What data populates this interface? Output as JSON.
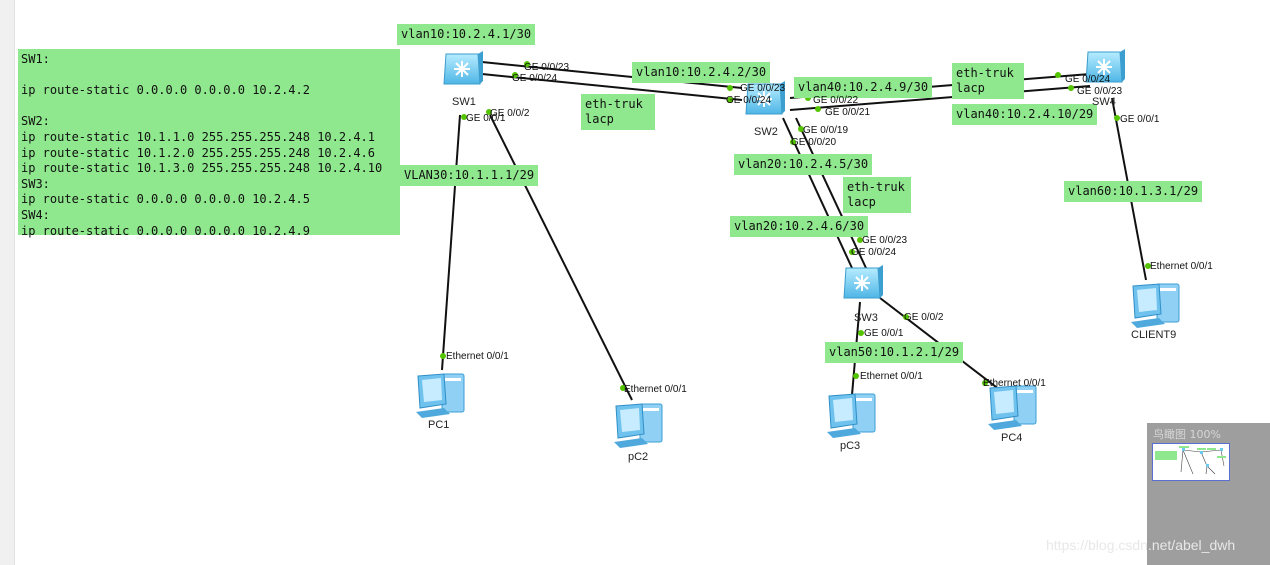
{
  "config_lines": [
    "SW1:",
    "",
    "ip route-static 0.0.0.0 0.0.0.0 10.2.4.2",
    "",
    "SW2:",
    "ip route-static 10.1.1.0 255.255.255.248 10.2.4.1",
    "ip route-static 10.1.2.0 255.255.255.248 10.2.4.6",
    "ip route-static 10.1.3.0 255.255.255.248 10.2.4.10",
    "SW3:",
    "ip route-static 0.0.0.0 0.0.0.0 10.2.4.5",
    "SW4:",
    "ip route-static 0.0.0.0 0.0.0.0 10.2.4.9"
  ],
  "labels": {
    "sw1_vlan10": "vlan10:10.2.4.1/30",
    "sw2_vlan10": "vlan10:10.2.4.2/30",
    "ethtrunk_sw1_sw2": "eth-truk\nlacp",
    "sw1_vlan30": "VLAN30:10.1.1.1/29",
    "sw2_vlan40": "vlan40:10.2.4.9/30",
    "ethtrunk_sw2_sw4": "eth-truk\nlacp",
    "sw4_vlan40": "vlan40:10.2.4.10/29",
    "sw2_vlan20": "vlan20:10.2.4.5/30",
    "ethtrunk_sw2_sw3": "eth-truk\nlacp",
    "sw3_vlan20": "vlan20:10.2.4.6/30",
    "sw4_vlan60": "vlan60:10.1.3.1/29",
    "sw3_vlan50": "vlan50:10.1.2.1/29"
  },
  "devices": {
    "sw1": "SW1",
    "sw2": "SW2",
    "sw3": "SW3",
    "sw4": "SW4",
    "pc1": "PC1",
    "pc2": "pC2",
    "pc3": "pC3",
    "pc4": "PC4",
    "client9": "CLIENT9"
  },
  "ports": {
    "sw1_g23": "GE 0/0/23",
    "sw1_g24": "GE 0/0/24",
    "sw1_g1": "GE 0/0/1",
    "sw1_g2": "GE 0/0/2",
    "sw2_g23": "GE 0/0/23",
    "sw2_g24": "GE 0/0/24",
    "sw2_g22": "GE 0/0/22",
    "sw2_g21": "GE 0/0/21",
    "sw2_g19": "GE 0/0/19",
    "sw2_g20": "GE 0/0/20",
    "sw4_g24": "GE 0/0/24",
    "sw4_g23": "GE 0/0/23",
    "sw4_g1": "GE 0/0/1",
    "sw3_g23": "GE 0/0/23",
    "sw3_g24": "GE 0/0/24",
    "sw3_g1": "GE 0/0/1",
    "sw3_g2": "GE 0/0/2",
    "pc1_eth": "Ethernet 0/0/1",
    "pc2_eth": "Ethernet 0/0/1",
    "pc3_eth": "Ethernet 0/0/1",
    "pc4_eth": "Ethernet 0/0/1",
    "client9_eth": "Ethernet 0/0/1"
  },
  "minimap": {
    "title": "鸟瞰图 100%"
  },
  "watermark": "https://blog.csdn.net/abel_dwh",
  "colors": {
    "label_bg": "#8fe88d",
    "link": "#111111",
    "port_dot": "#55c400",
    "switch": "#6ec9f0"
  }
}
